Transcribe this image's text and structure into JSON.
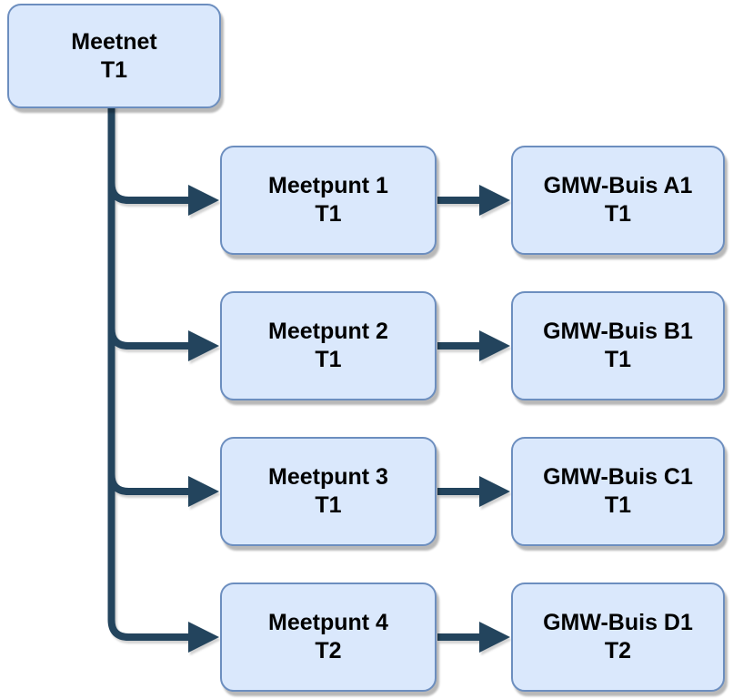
{
  "diagram": {
    "type": "tree",
    "nodes": {
      "root": {
        "label": "Meetnet",
        "generation": "T1"
      },
      "meetpunten": [
        {
          "label": "Meetpunt 1",
          "generation": "T1"
        },
        {
          "label": "Meetpunt 2",
          "generation": "T1"
        },
        {
          "label": "Meetpunt 3",
          "generation": "T1"
        },
        {
          "label": "Meetpunt 4",
          "generation": "T2"
        }
      ],
      "gmw_buizen": [
        {
          "label": "GMW-Buis A1",
          "generation": "T1"
        },
        {
          "label": "GMW-Buis B1",
          "generation": "T1"
        },
        {
          "label": "GMW-Buis C1",
          "generation": "T1"
        },
        {
          "label": "GMW-Buis D1",
          "generation": "T2"
        }
      ]
    },
    "edges": [
      {
        "from": "Meetnet",
        "to": "Meetpunt 1"
      },
      {
        "from": "Meetnet",
        "to": "Meetpunt 2"
      },
      {
        "from": "Meetnet",
        "to": "Meetpunt 3"
      },
      {
        "from": "Meetnet",
        "to": "Meetpunt 4"
      },
      {
        "from": "Meetpunt 1",
        "to": "GMW-Buis A1"
      },
      {
        "from": "Meetpunt 2",
        "to": "GMW-Buis B1"
      },
      {
        "from": "Meetpunt 3",
        "to": "GMW-Buis C1"
      },
      {
        "from": "Meetpunt 4",
        "to": "GMW-Buis D1"
      }
    ],
    "colors": {
      "node_fill": "#dae8fc",
      "node_border": "#6c8ebf",
      "connector": "#23445d",
      "text_color": "#000000"
    }
  }
}
